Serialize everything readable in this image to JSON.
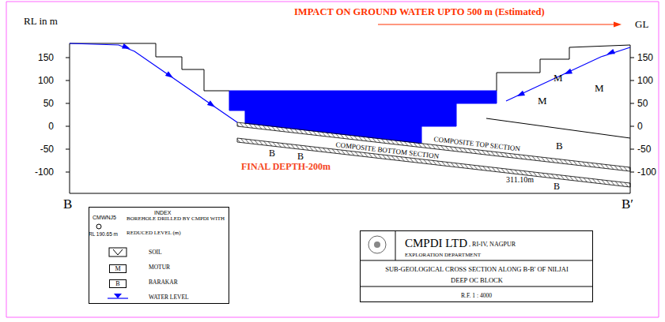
{
  "diagram": {
    "nodes": [
      {
        "text": [
          "INDEX"
        ]
      },
      {
        "text": [
          "M"
        ],
        "in": 0
      },
      {
        "text": [
          "B"
        ],
        "in": 0
      },
      {
        "text": [
          "CMPDI LTD",
          ", RI-IV, NAGPUR",
          "EXPLORATION DEPARTMENT",
          "SUB-GEOLOGICAL CROSS SECTION ALONG B-B' OF NILJAI DEEP OC BLOCK",
          "R.F. 1 : 4000"
        ]
      }
    ],
    "labels": [
      "RL in m",
      "IMPACT ON GROUND WATER UPTO 500 m (Estimated)",
      "GL",
      "150",
      "100",
      "50",
      "0",
      "-50",
      "-100",
      "150",
      "100",
      "50",
      "0",
      "-50",
      "-100",
      "M",
      "M",
      "M",
      "B",
      "B",
      "B",
      "COMPOSITE TOP SECTION",
      "COMPOSITE BOTTOM SECTION",
      "FINAL DEPTH-200m",
      "311.10m",
      "B",
      "B",
      "B′",
      "CMWNJ5",
      "RL 190.65 m"
    ],
    "legend": [
      {
        "text": "BOREHOLE DRILLED BY CMPDI WITH REDUCED LEVEL (m)"
      },
      {
        "text": "SOIL"
      },
      {
        "text": "MOTUR"
      },
      {
        "text": "BARAKAR"
      },
      {
        "text": "WATER LEVEL"
      }
    ]
  }
}
